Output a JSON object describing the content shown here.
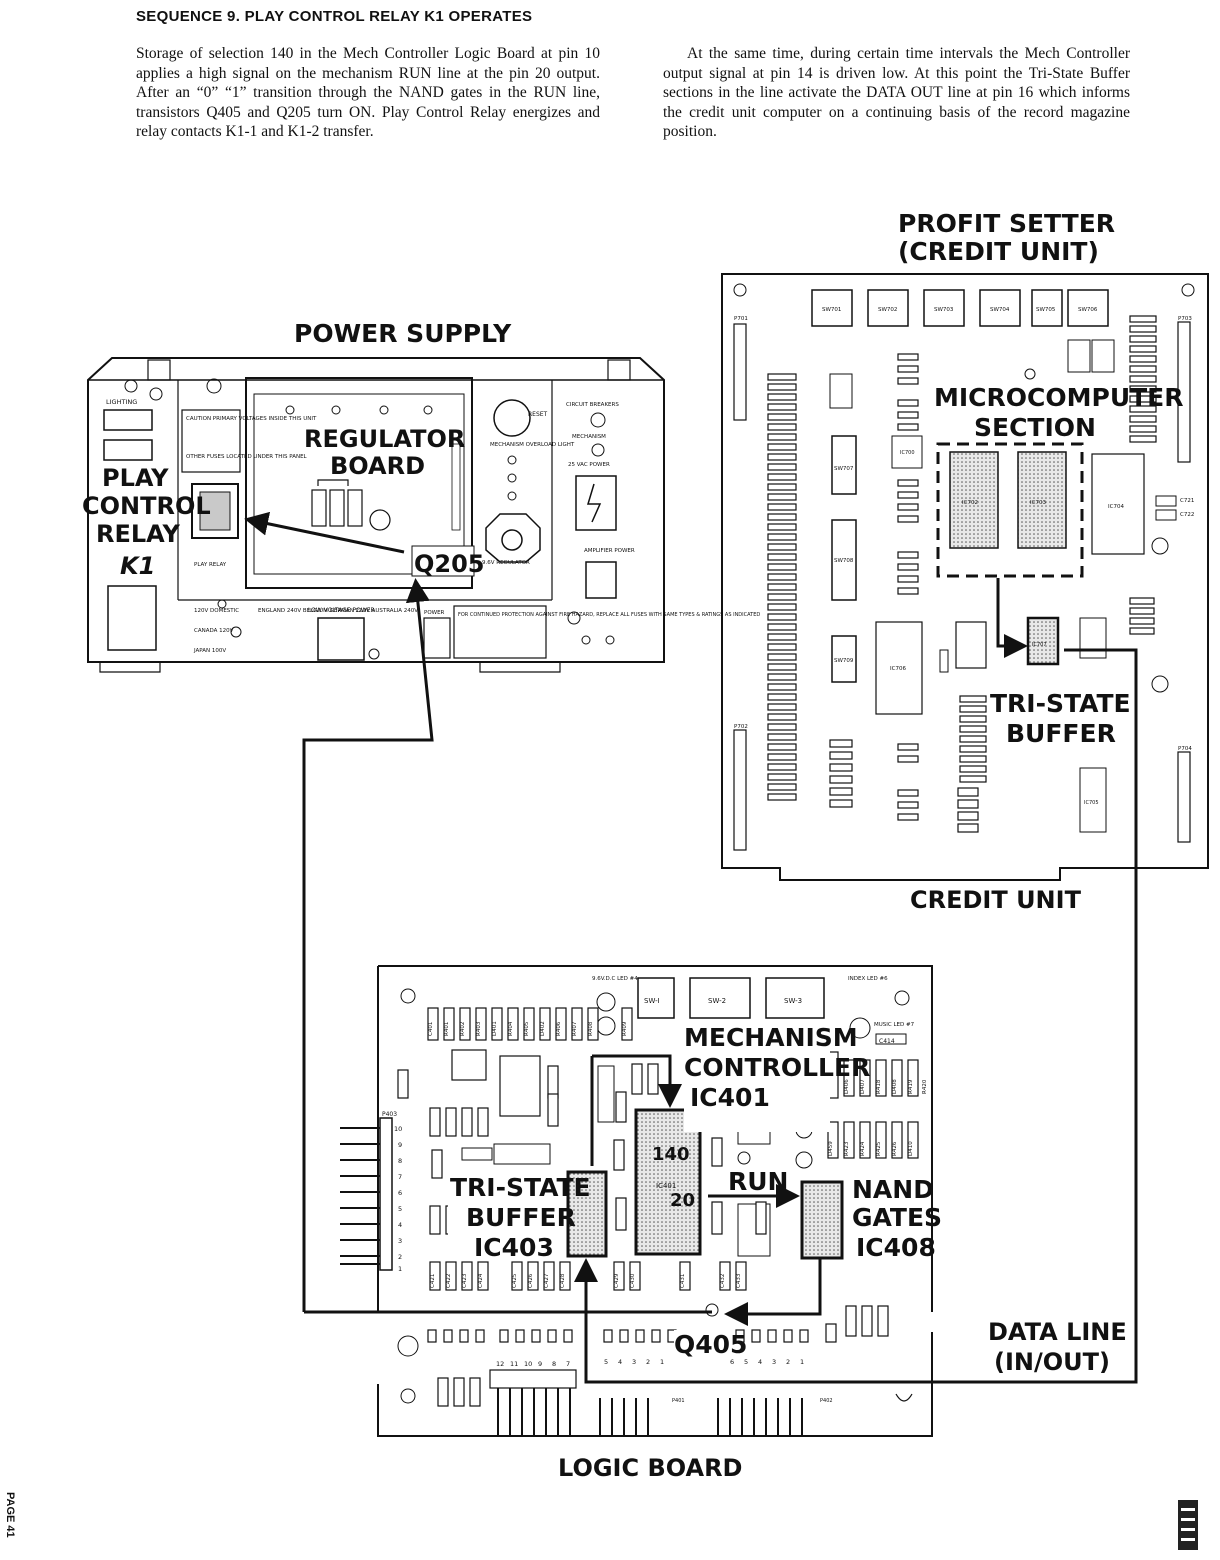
{
  "heading": "SEQUENCE  9.  PLAY CONTROL RELAY K1 OPERATES",
  "paragraph_left": "Storage of selection 140 in the Mech Controller Logic Board at pin 10 applies a high signal on the mechanism RUN line at the pin 20 output. After an “0” “1” transition through the NAND gates in the RUN line, transistors Q405 and Q205 turn ON. Play Control Relay energizes and relay contacts K1-1 and K1-2 transfer.",
  "paragraph_right": "At the same time, during certain time intervals the Mech Controller output signal at pin 14 is driven low. At this point the Tri-State Buffer sections in the line activate the DATA OUT line at pin 16 which informs the credit unit computer on a continuing basis of the record magazine position.",
  "power_supply": {
    "title": "POWER SUPPLY",
    "regulator_line1": "REGULATOR",
    "regulator_line2": "BOARD",
    "relay_line1": "PLAY",
    "relay_line2": "CONTROL",
    "relay_line3": "RELAY",
    "relay_line4": "K1",
    "q205": "Q205",
    "lighting": "LIGHTING",
    "caution": "CAUTION PRIMARY VOLTAGES INSIDE THIS UNIT",
    "other_fuses": "OTHER FUSES LOCATED UNDER THIS PANEL",
    "play_relay": "PLAY RELAY",
    "reset": "RESET",
    "circuit_breakers": "CIRCUIT BREAKERS",
    "mechanism": "MECHANISM",
    "overload": "MECHANISM OVERLOAD LIGHT",
    "vac25": "25 VAC POWER",
    "amplifier": "AMPLIFIER POWER",
    "regulator96": "9.6V REGULATOR",
    "low_voltage": "LOW VOLTAGE POWER",
    "power": "POWER",
    "v120": "120V DOMESTIC",
    "canada": "CANADA 120V",
    "japan": "JAPAN 100V",
    "england": "ENGLAND 240V BELGIUM GERMAN 220V AUSTRALIA 240V",
    "fire": "FOR CONTINUED PROTECTION AGAINST FIRE HAZARD, REPLACE ALL FUSES WITH SAME TYPES & RATINGS AS INDICATED"
  },
  "credit_unit": {
    "title_line1": "PROFIT SETTER",
    "title_line2": "(CREDIT UNIT)",
    "micro_line1": "MICROCOMPUTER",
    "micro_line2": "SECTION",
    "tristate_line1": "TRI-STATE",
    "tristate_line2": "BUFFER",
    "bottom_label": "CREDIT UNIT",
    "switches": [
      "SW701",
      "SW702",
      "SW703",
      "SW704",
      "SW705",
      "SW706"
    ],
    "sw707": "SW707",
    "sw708": "SW708",
    "sw709": "SW709",
    "ic_labels": [
      "IC702",
      "IC703",
      "IC704",
      "IC706",
      "IC700",
      "IC707",
      "IC705"
    ],
    "p701": "P701",
    "p702": "P702",
    "p703": "P703",
    "p704": "P704",
    "c721": "C721",
    "c722": "C722"
  },
  "logic_board": {
    "title": "LOGIC BOARD",
    "mech_line1": "MECHANISM",
    "mech_line2": "CONTROLLER",
    "mech_line3": "IC401",
    "tristate_line1": "TRI-STATE",
    "tristate_line2": "BUFFER",
    "tristate_line3": "IC403",
    "nand_line1": "NAND",
    "nand_line2": "GATES",
    "nand_line3": "IC408",
    "run": "RUN",
    "q405": "Q405",
    "chip_140": "140",
    "chip_ic401": "IC401",
    "chip_20": "20",
    "data_line1": "DATA LINE",
    "data_line2": "(IN/OUT)",
    "sw1": "SW-I",
    "sw2": "SW-2",
    "sw3": "SW-3",
    "led4": "9.6V.D.C LED #4",
    "led6": "INDEX LED #6",
    "led7": "MUSIC LED #7",
    "c414": "C414",
    "p403": "P403",
    "p401": "P401",
    "p402": "P402",
    "resistors_top": [
      "C401",
      "R401",
      "R402",
      "R403",
      "D401",
      "R404",
      "R405",
      "D402",
      "R406",
      "R407",
      "R408",
      "R409"
    ],
    "resistors_right": [
      "D406",
      "D407",
      "R418",
      "D408",
      "R419",
      "R420"
    ],
    "resistors_mid": [
      "D459",
      "R423",
      "R424",
      "R425",
      "R426",
      "D410"
    ],
    "bottom_caps": [
      "C421",
      "C422",
      "C423",
      "C424",
      "C425",
      "C426",
      "C427",
      "C428",
      "C429",
      "C430",
      "C431",
      "C432",
      "C433"
    ],
    "pin_numbers_left": [
      "12",
      "11",
      "10",
      "9",
      "8",
      "7"
    ],
    "pin_numbers_mid": [
      "5",
      "4",
      "3",
      "2",
      "1"
    ],
    "pin_numbers_right": [
      "6",
      "5",
      "4",
      "3",
      "2",
      "1"
    ],
    "p403_pins": [
      "10",
      "9",
      "8",
      "7",
      "6",
      "5",
      "4",
      "3",
      "2",
      "1"
    ]
  },
  "page_label": "PAGE 41"
}
